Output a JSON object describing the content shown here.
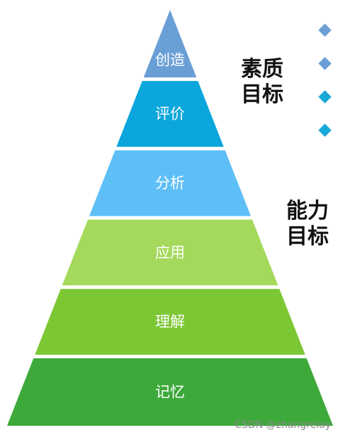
{
  "levels": [
    {
      "label": "创造",
      "color": "#6a9fd6"
    },
    {
      "label": "评价",
      "color": "#0aa6dc"
    },
    {
      "label": "分析",
      "color": "#5ebff7"
    },
    {
      "label": "应用",
      "color": "#a4d95c"
    },
    {
      "label": "理解",
      "color": "#7cc734"
    },
    {
      "label": "记忆",
      "color": "#3da93a"
    }
  ],
  "side_labels": {
    "quality_goal": "素质目标",
    "ability_goal": "能力目标"
  },
  "bullets": [
    {
      "color": "#6a9fd6"
    },
    {
      "color": "#6a9fd6"
    },
    {
      "color": "#17a9d9"
    },
    {
      "color": "#17a9d9"
    }
  ],
  "watermark": "CSDN @zhangrelay"
}
